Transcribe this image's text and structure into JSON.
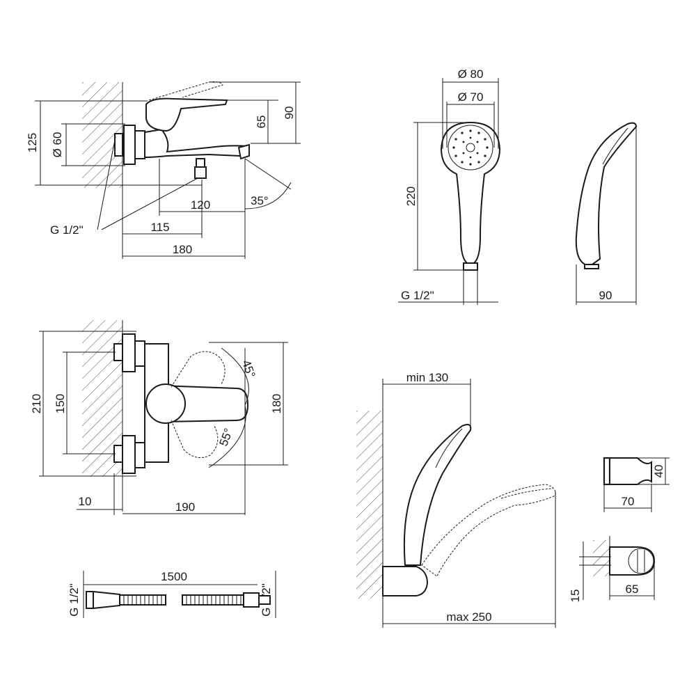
{
  "mixer_side": {
    "height_125": "125",
    "diameter_60": "Ø 60",
    "height_90": "90",
    "height_65": "65",
    "angle_35": "35°",
    "width_120": "120",
    "width_115": "115",
    "width_180": "180",
    "thread": "G 1/2\""
  },
  "shower_head": {
    "diameter_80": "Ø 80",
    "diameter_70": "Ø 70",
    "length_220": "220",
    "thread": "G 1/2\"",
    "depth_90": "90"
  },
  "mixer_front": {
    "height_210": "210",
    "height_150": "150",
    "height_180": "180",
    "angle_45": "45°",
    "angle_55": "55°",
    "width_10": "10",
    "width_190": "190"
  },
  "hose": {
    "length_1500": "1500",
    "thread_left": "G 1/2\"",
    "thread_right": "G 1/2\""
  },
  "holder_install": {
    "min_130": "min 130",
    "max_250": "max 250"
  },
  "holder_part": {
    "height_40": "40",
    "width_70": "70",
    "width_65": "65",
    "height_15": "15"
  }
}
